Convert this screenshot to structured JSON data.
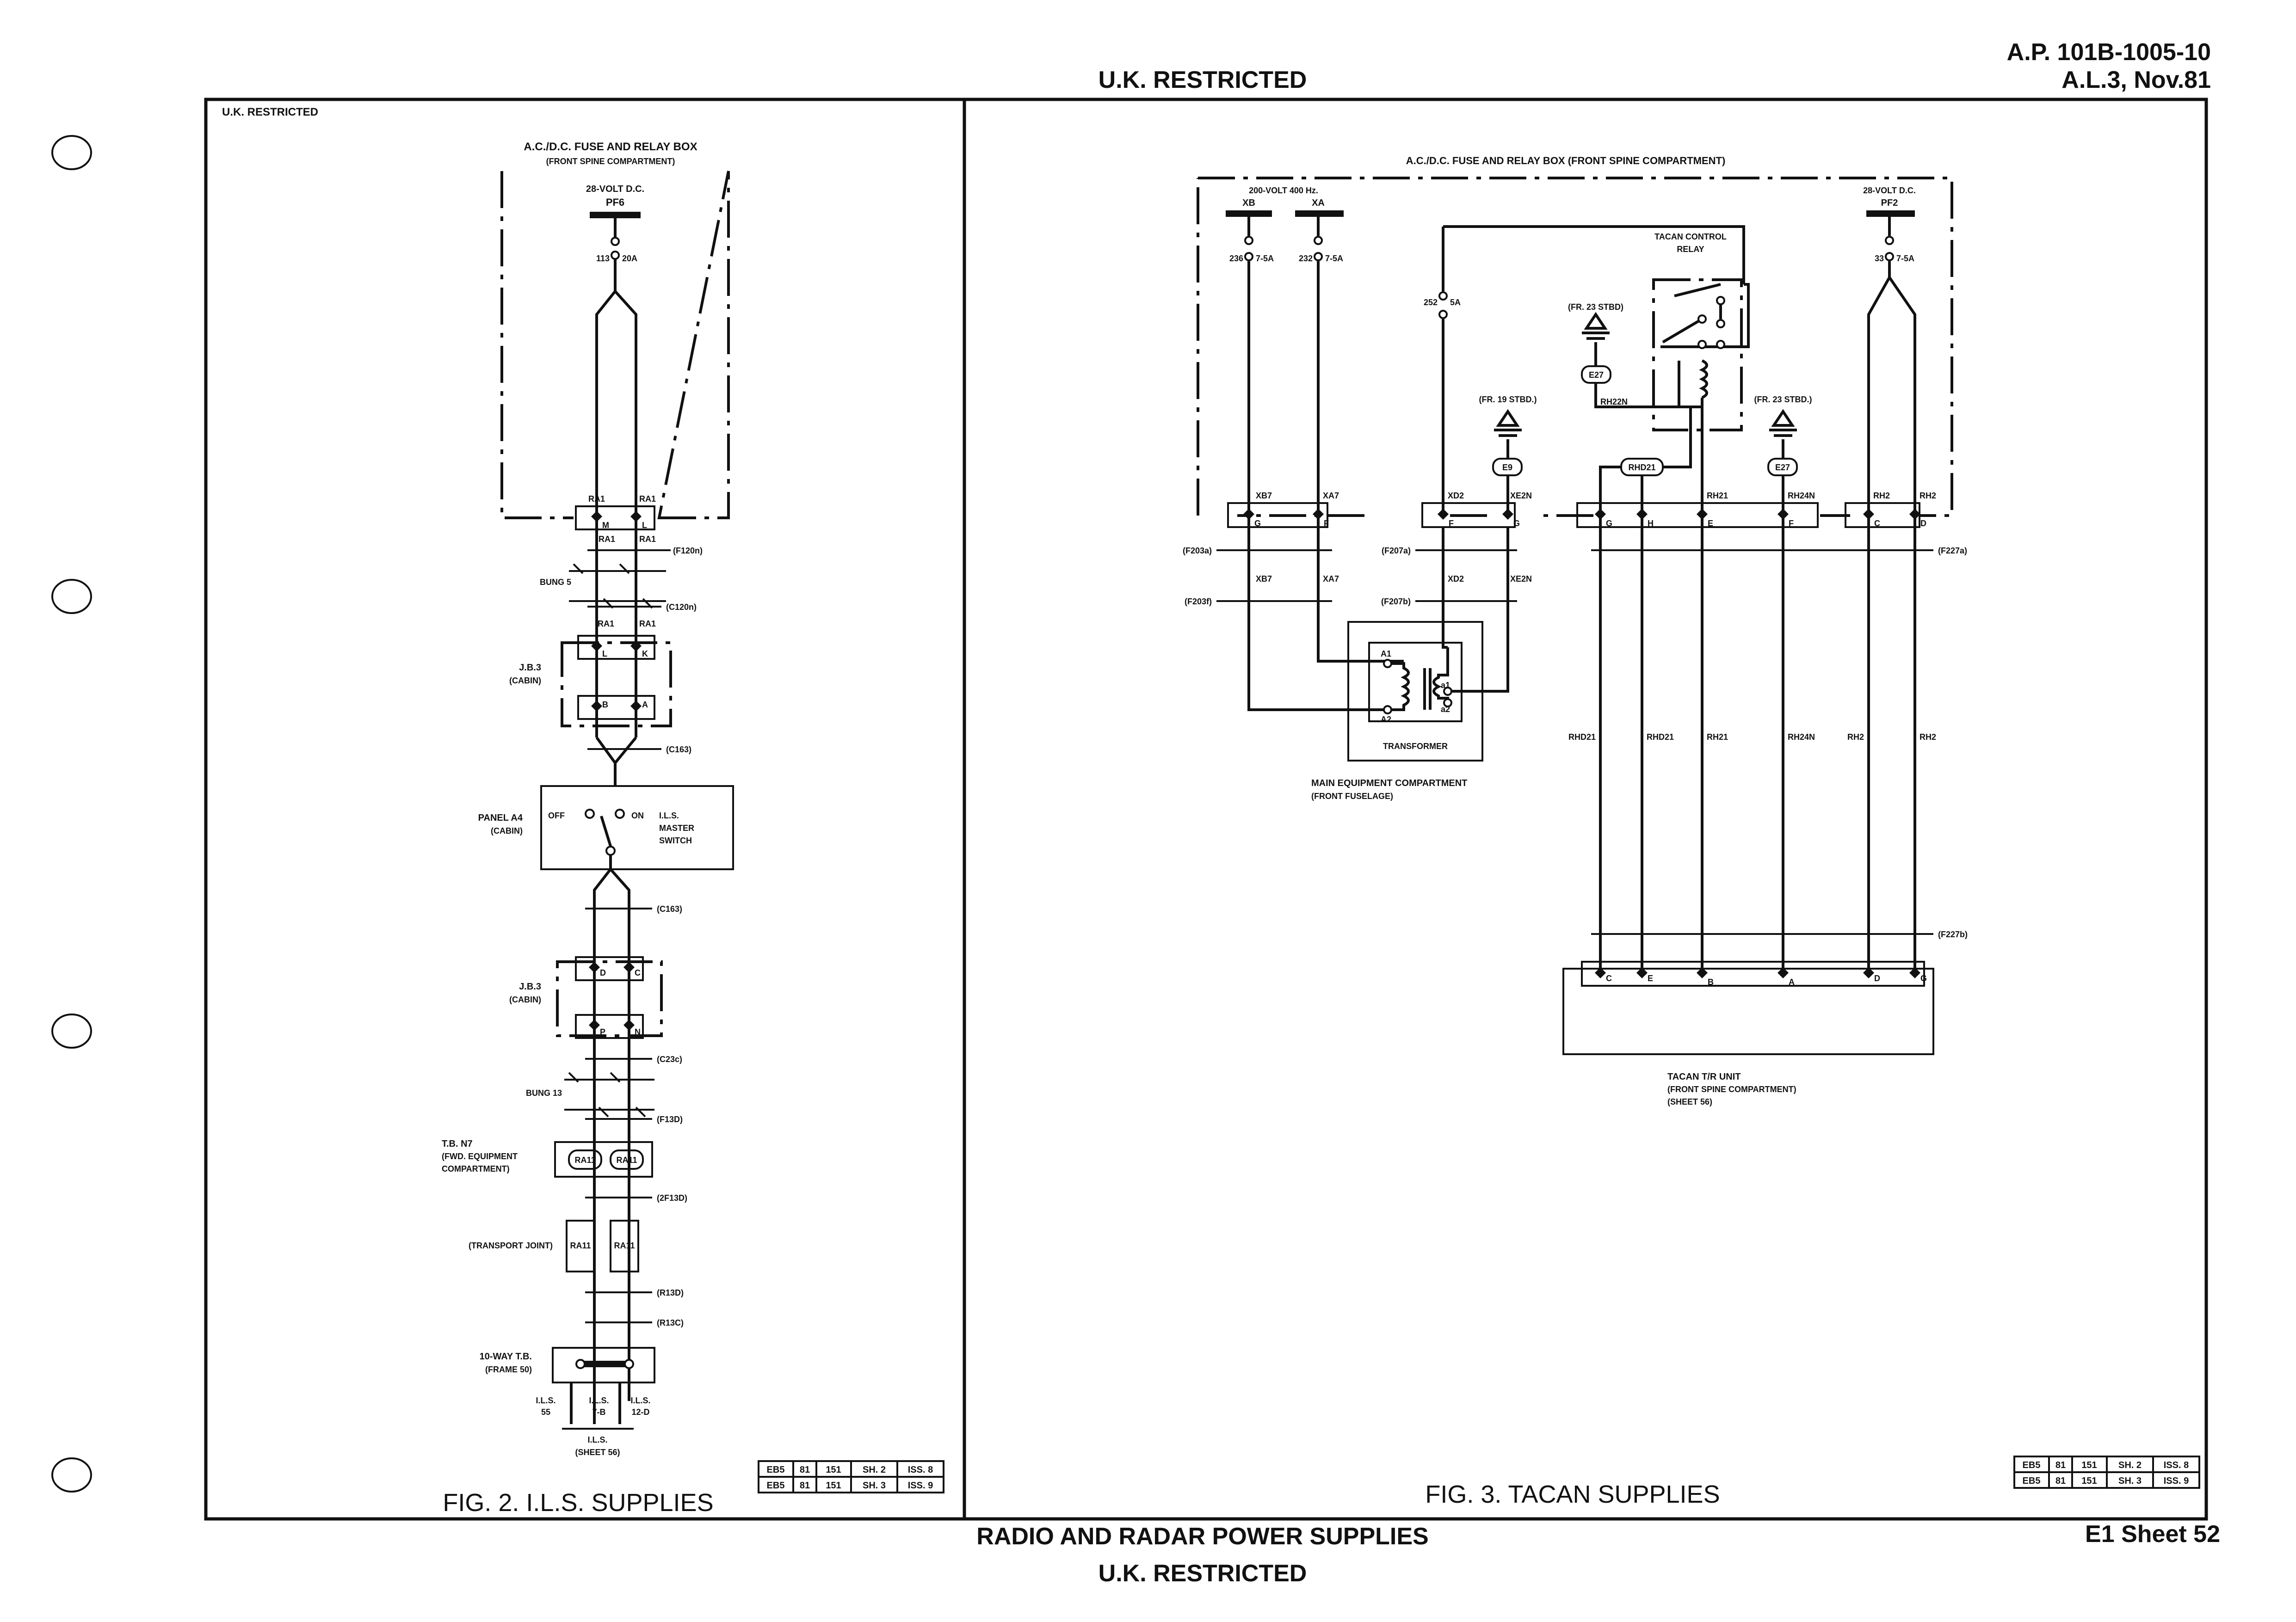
{
  "header": {
    "restricted_top": "U.K. RESTRICTED",
    "ap_number": "A.P. 101B-1005-10",
    "amendment": "A.L.3, Nov.81"
  },
  "footer": {
    "title": "RADIO AND RADAR POWER SUPPLIES",
    "restricted_bottom": "U.K. RESTRICTED",
    "sheet": "E1 Sheet 52"
  },
  "left_panel": {
    "restricted": "U.K. RESTRICTED",
    "fuse_box_title": "A.C./D.C. FUSE AND RELAY BOX",
    "fuse_box_sub": "(FRONT SPINE COMPARTMENT)",
    "supply": "28-VOLT D.C.",
    "busbar": "PF6",
    "fuse_wire": "113",
    "fuse_rating": "20A",
    "ra1": "RA1",
    "pin_m": "M",
    "pin_l": "L",
    "pin_k": "K",
    "pin_b": "B",
    "pin_a": "A",
    "pin_d": "D",
    "pin_c": "C",
    "pin_p": "P",
    "pin_n": "N",
    "ref_f120n": "(F120n)",
    "ref_c120n": "(C120n)",
    "ref_c163a": "(C163)",
    "ref_c163b": "(C163)",
    "ref_c23c": "(C23c)",
    "ref_f13d": "(F13D)",
    "ref_2f13d": "(2F13D)",
    "ref_r13d": "(R13D)",
    "ref_r13c": "(R13C)",
    "bung5": "BUNG 5",
    "bung13": "BUNG 13",
    "jb3": "J.B.3",
    "cabin": "(CABIN)",
    "panel_a4": "PANEL A4",
    "off": "OFF",
    "on": "ON",
    "switch_l1": "I.L.S.",
    "switch_l2": "MASTER",
    "switch_l3": "SWITCH",
    "tb_n7": "T.B. N7",
    "tb_n7_sub1": "(FWD. EQUIPMENT",
    "tb_n7_sub2": "COMPARTMENT)",
    "ra11": "RA11",
    "transport_joint": "(TRANSPORT JOINT)",
    "tenway": "10-WAY T.B.",
    "frame50": "(FRAME 50)",
    "ils": "I.L.S.",
    "out_55": "55",
    "out_7b": "7-B",
    "out_12d": "12-D",
    "sheet56_ils": "I.L.S.",
    "sheet56": "(SHEET 56)",
    "fig_title": "FIG. 2.  I.L.S.  SUPPLIES",
    "table": [
      [
        "EB5",
        "81",
        "151",
        "SH. 2",
        "ISS. 8"
      ],
      [
        "EB5",
        "81",
        "151",
        "SH. 3",
        "ISS. 9"
      ]
    ]
  },
  "right_panel": {
    "fuse_box_title": "A.C./D.C. FUSE AND RELAY BOX (FRONT SPINE COMPARTMENT)",
    "ac_supply": "200-VOLT 400 Hz.",
    "xb": "XB",
    "xa": "XA",
    "dc_supply": "28-VOLT D.C.",
    "pf2": "PF2",
    "w236": "236",
    "r236": "7-5A",
    "w232": "232",
    "r232": "7-5A",
    "w252": "252",
    "r252": "5A",
    "w33": "33",
    "r33": "7-5A",
    "relay_l1": "TACAN CONTROL",
    "relay_l2": "RELAY",
    "fr23_a": "(FR. 23 STBD)",
    "fr19": "(FR. 19 STBD.)",
    "fr23_b": "(FR. 23 STBD.)",
    "e27_a": "E27",
    "e27_b": "E27",
    "e9": "E9",
    "rh22n": "RH22N",
    "rhd21_tag": "RHD21",
    "xb7": "XB7",
    "xa7": "XA7",
    "xd2": "XD2",
    "xe2n": "XE2N",
    "rh21": "RH21",
    "rh24n": "RH24N",
    "rh2": "RH2",
    "rhd21": "RHD21",
    "pin_g": "G",
    "pin_f": "F",
    "pin_h": "H",
    "pin_e": "E",
    "pin_c": "C",
    "pin_d": "D",
    "pin_b": "B",
    "pin_a": "A",
    "ref_f203a": "(F203a)",
    "ref_f203f": "(F203f)",
    "ref_f207a": "(F207a)",
    "ref_f207b": "(F207b)",
    "ref_f227a": "(F227a)",
    "ref_f227b": "(F227b)",
    "a1": "A1",
    "a2": "A2",
    "a1s": "a1",
    "a2s": "a2",
    "transformer": "TRANSFORMER",
    "main_eq": "MAIN EQUIPMENT COMPARTMENT",
    "main_eq_sub": "(FRONT FUSELAGE)",
    "tacan_unit": "TACAN T/R UNIT",
    "tacan_sub1": "(FRONT SPINE COMPARTMENT)",
    "tacan_sub2": "(SHEET 56)",
    "fig_title": "FIG. 3.  TACAN  SUPPLIES",
    "table": [
      [
        "EB5",
        "81",
        "151",
        "SH. 2",
        "ISS. 8"
      ],
      [
        "EB5",
        "81",
        "151",
        "SH. 3",
        "ISS. 9"
      ]
    ]
  }
}
